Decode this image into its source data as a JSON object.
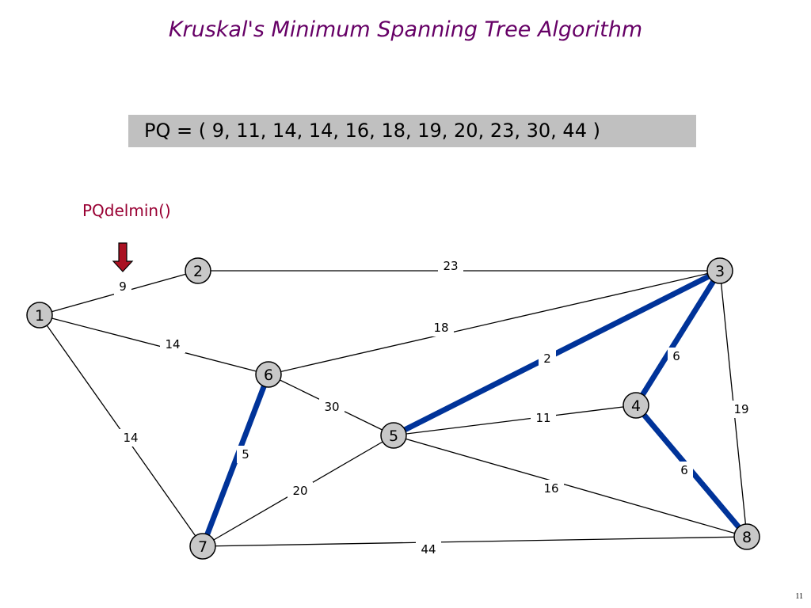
{
  "title": "Kruskal's Minimum Spanning Tree Algorithm",
  "pq_text": "PQ = ( 9, 11, 14, 14, 16, 18, 19, 20, 23, 30, 44 )",
  "operation": "PQdelmin()",
  "slide_number": "11",
  "colors": {
    "title": "#660066",
    "operation": "#990033",
    "arrow": "#aa1122",
    "mst_edge": "#003399",
    "node_fill": "#c8c8c8",
    "pq_background": "#c0c0c0"
  },
  "icons": {
    "pointer": "down-arrow-icon"
  },
  "graph": {
    "nodes": [
      {
        "id": "1",
        "label": "1"
      },
      {
        "id": "2",
        "label": "2"
      },
      {
        "id": "3",
        "label": "3"
      },
      {
        "id": "4",
        "label": "4"
      },
      {
        "id": "5",
        "label": "5"
      },
      {
        "id": "6",
        "label": "6"
      },
      {
        "id": "7",
        "label": "7"
      },
      {
        "id": "8",
        "label": "8"
      }
    ],
    "edges": [
      {
        "from": "1",
        "to": "2",
        "weight": "9",
        "in_mst": false
      },
      {
        "from": "2",
        "to": "3",
        "weight": "23",
        "in_mst": false
      },
      {
        "from": "1",
        "to": "6",
        "weight": "14",
        "in_mst": false
      },
      {
        "from": "6",
        "to": "3",
        "weight": "18",
        "in_mst": false
      },
      {
        "from": "1",
        "to": "7",
        "weight": "14",
        "in_mst": false
      },
      {
        "from": "6",
        "to": "5",
        "weight": "30",
        "in_mst": false
      },
      {
        "from": "6",
        "to": "7",
        "weight": "5",
        "in_mst": true
      },
      {
        "from": "5",
        "to": "3",
        "weight": "2",
        "in_mst": true
      },
      {
        "from": "3",
        "to": "4",
        "weight": "6",
        "in_mst": true
      },
      {
        "from": "3",
        "to": "8",
        "weight": "19",
        "in_mst": false
      },
      {
        "from": "5",
        "to": "4",
        "weight": "11",
        "in_mst": false
      },
      {
        "from": "4",
        "to": "8",
        "weight": "6",
        "in_mst": true
      },
      {
        "from": "5",
        "to": "8",
        "weight": "16",
        "in_mst": false
      },
      {
        "from": "7",
        "to": "5",
        "weight": "20",
        "in_mst": false
      },
      {
        "from": "7",
        "to": "8",
        "weight": "44",
        "in_mst": false
      }
    ]
  }
}
